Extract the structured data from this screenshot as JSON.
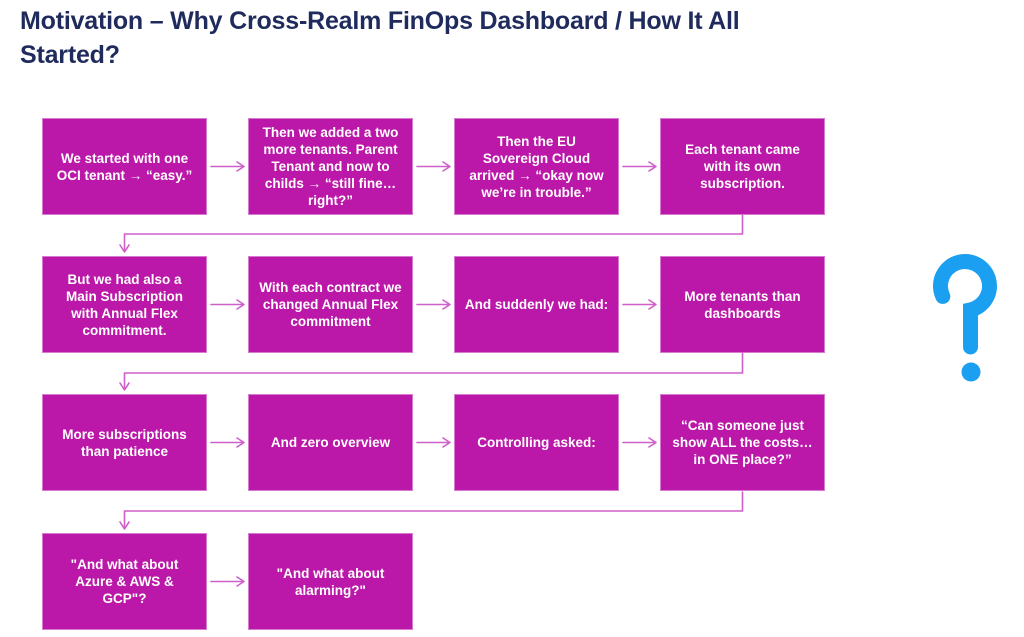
{
  "title": "Motivation – Why Cross-Realm FinOps Dashboard / How It All Started?",
  "colors": {
    "box_fill": "#bb18a9",
    "box_border": "#d57bd0",
    "box_text": "#ffffff",
    "arrow": "#cf5fc9",
    "title_color": "#1f2b5c",
    "question_mark": "#1b9ff0",
    "background": "#ffffff"
  },
  "icons": {
    "question_mark": "question-mark-icon",
    "connectors": "flow-arrow-connectors"
  },
  "flow": {
    "rows": [
      {
        "boxes": [
          "We started with one OCI tenant → “easy.”",
          "Then we added a two more tenants. Parent Tenant and now to childs → “still fine… right?”",
          "Then the EU Sovereign Cloud arrived → “okay now we’re in trouble.”",
          "Each tenant came with its own subscription."
        ]
      },
      {
        "boxes": [
          "But we had also a Main Subscription with Annual Flex commitment.",
          "With each contract we changed Annual Flex commitment",
          "And suddenly we had:",
          "More tenants than dashboards"
        ]
      },
      {
        "boxes": [
          "More subscriptions than patience",
          "And zero overview",
          "Controlling asked:",
          "“Can someone just show ALL the costs… in ONE place?”"
        ]
      },
      {
        "boxes": [
          "\"And what about Azure & AWS & GCP\"?",
          "\"And what about alarming?\""
        ]
      }
    ]
  }
}
